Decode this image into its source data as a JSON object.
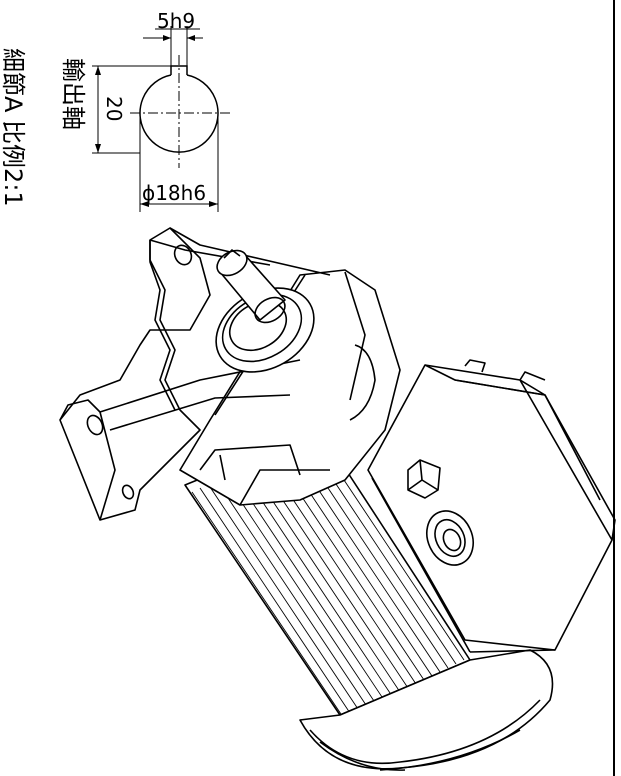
{
  "drawing": {
    "view_title": "輸出軸",
    "detail_caption": "細節A 比例2:1",
    "dim_key_width": "5h9",
    "dim_height": "20",
    "dim_diameter": "ϕ18h6"
  },
  "colors": {
    "line": "#000000",
    "background": "#ffffff"
  }
}
